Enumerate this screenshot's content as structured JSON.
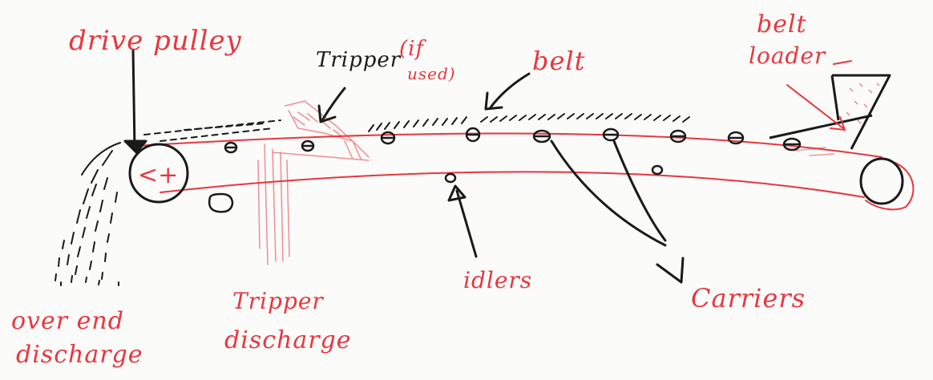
{
  "labels": {
    "drive_pulley": "drive pulley",
    "tripper": "Tripper",
    "tripper_note_1": "(if",
    "tripper_note_2": "used)",
    "belt": "belt",
    "belt_loader_1": "belt",
    "belt_loader_2": "loader",
    "over_end_1": "over end",
    "over_end_2": "discharge",
    "tripper_discharge_1": "Tripper",
    "tripper_discharge_2": "discharge",
    "idlers": "idlers",
    "carriers": "Carriers"
  },
  "pulley_marks": "<+",
  "colors": {
    "ink": "#1a1a1a",
    "red": "#e8363f",
    "paper": "#fbfbf9"
  }
}
